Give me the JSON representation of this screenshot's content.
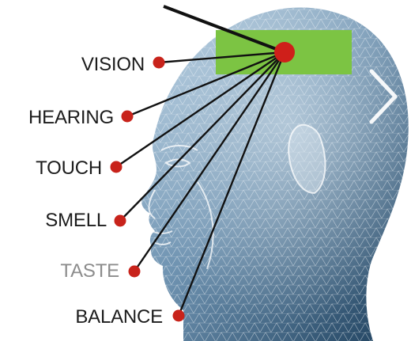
{
  "figure": {
    "senses": [
      {
        "key": "vision",
        "label": "VISION"
      },
      {
        "key": "hearing",
        "label": "HEARING"
      },
      {
        "key": "touch",
        "label": "TOUCH"
      },
      {
        "key": "smell",
        "label": "SMELL"
      },
      {
        "key": "taste",
        "label": "TASTE"
      },
      {
        "key": "balance",
        "label": "BALANCE"
      }
    ],
    "colors": {
      "dot": "#c8231b",
      "hub": "#cf1f1a",
      "brain_region": "#7cc443",
      "line": "#111111",
      "label": "#1c1c1c",
      "label_dim": "#8c8c8c",
      "head_light": "#a9c6dc",
      "head_dark": "#1f4260"
    },
    "icons": {
      "next": "chevron-right-icon"
    }
  }
}
